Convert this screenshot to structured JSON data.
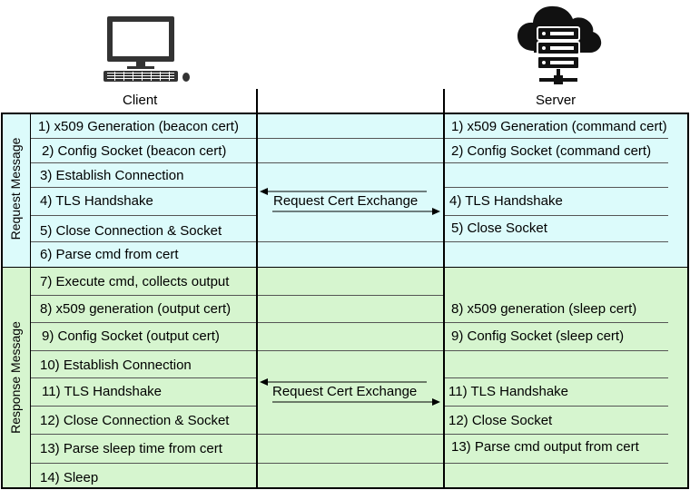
{
  "header": {
    "client_label": "Client",
    "server_label": "Server",
    "client_icon": "desktop-computer-icon",
    "server_icon": "cloud-server-icon"
  },
  "colors": {
    "request_band": "#dcfbfb",
    "response_band": "#d6f5cf"
  },
  "request": {
    "section_label": "Request Message",
    "client_steps": [
      "1) x509 Generation (beacon cert)",
      "2) Config Socket (beacon cert)",
      "3) Establish Connection",
      "4) TLS Handshake",
      "5) Close Connection & Socket",
      "6) Parse cmd from cert"
    ],
    "server_steps": [
      "1) x509 Generation (command cert)",
      "2) Config Socket (command cert)",
      "4) TLS Handshake",
      "5) Close Socket"
    ],
    "exchange_label": "Request Cert Exchange"
  },
  "response": {
    "section_label": "Response Message",
    "client_steps": [
      "7) Execute cmd, collects output",
      "8) x509 generation (output cert)",
      "9) Config Socket (output cert)",
      "10) Establish Connection",
      "11) TLS Handshake",
      "12) Close Connection & Socket",
      "13) Parse sleep time from cert",
      "14) Sleep"
    ],
    "server_steps": [
      "8) x509 generation (sleep cert)",
      "9) Config Socket (sleep cert)",
      "11) TLS Handshake",
      "12) Close Socket",
      "13) Parse cmd output from cert"
    ],
    "exchange_label": "Request Cert Exchange"
  }
}
